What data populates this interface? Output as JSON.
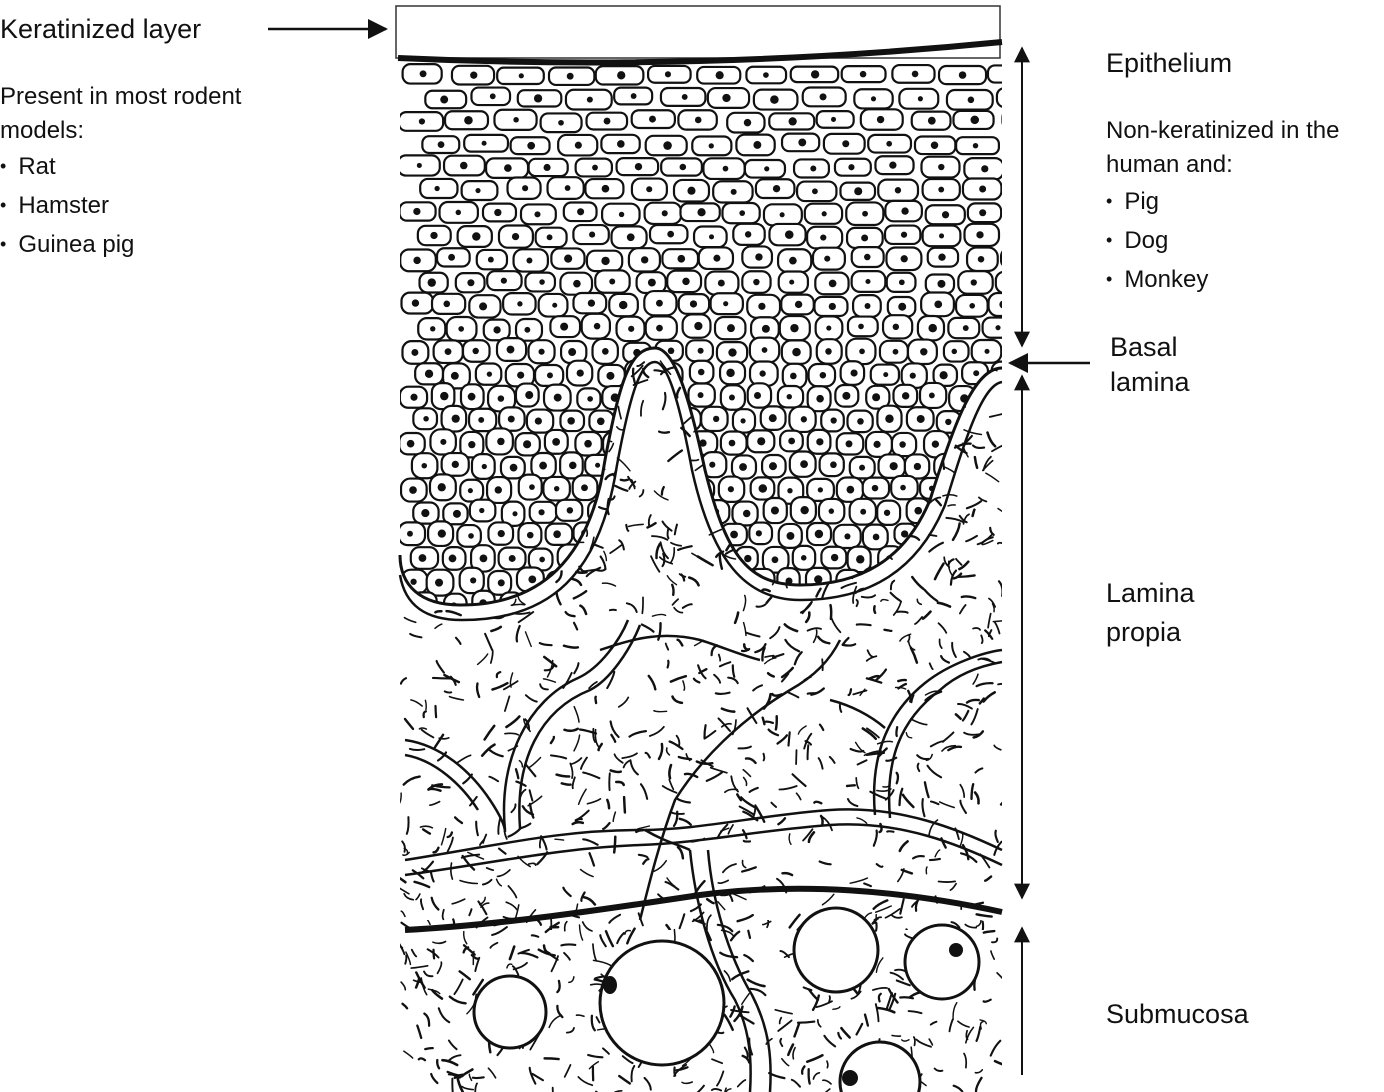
{
  "left_annotation": {
    "title": "Keratinized layer",
    "description_lines": [
      "Present in most rodent",
      "models:"
    ],
    "species": [
      "Rat",
      "Hamster",
      "Guinea pig"
    ]
  },
  "right_annotation": {
    "epithelium_label": "Epithelium",
    "epithelium_description_lines": [
      "Non-keratinized in the",
      "human and:"
    ],
    "epithelium_species": [
      "Pig",
      "Dog",
      "Monkey"
    ],
    "basal_lamina_lines": [
      "Basal",
      "lamina"
    ],
    "lamina_propia_lines": [
      "Lamina",
      "propia"
    ],
    "submucosa_label": "Submucosa"
  },
  "colors": {
    "ink": "#111111",
    "background": "#ffffff"
  }
}
